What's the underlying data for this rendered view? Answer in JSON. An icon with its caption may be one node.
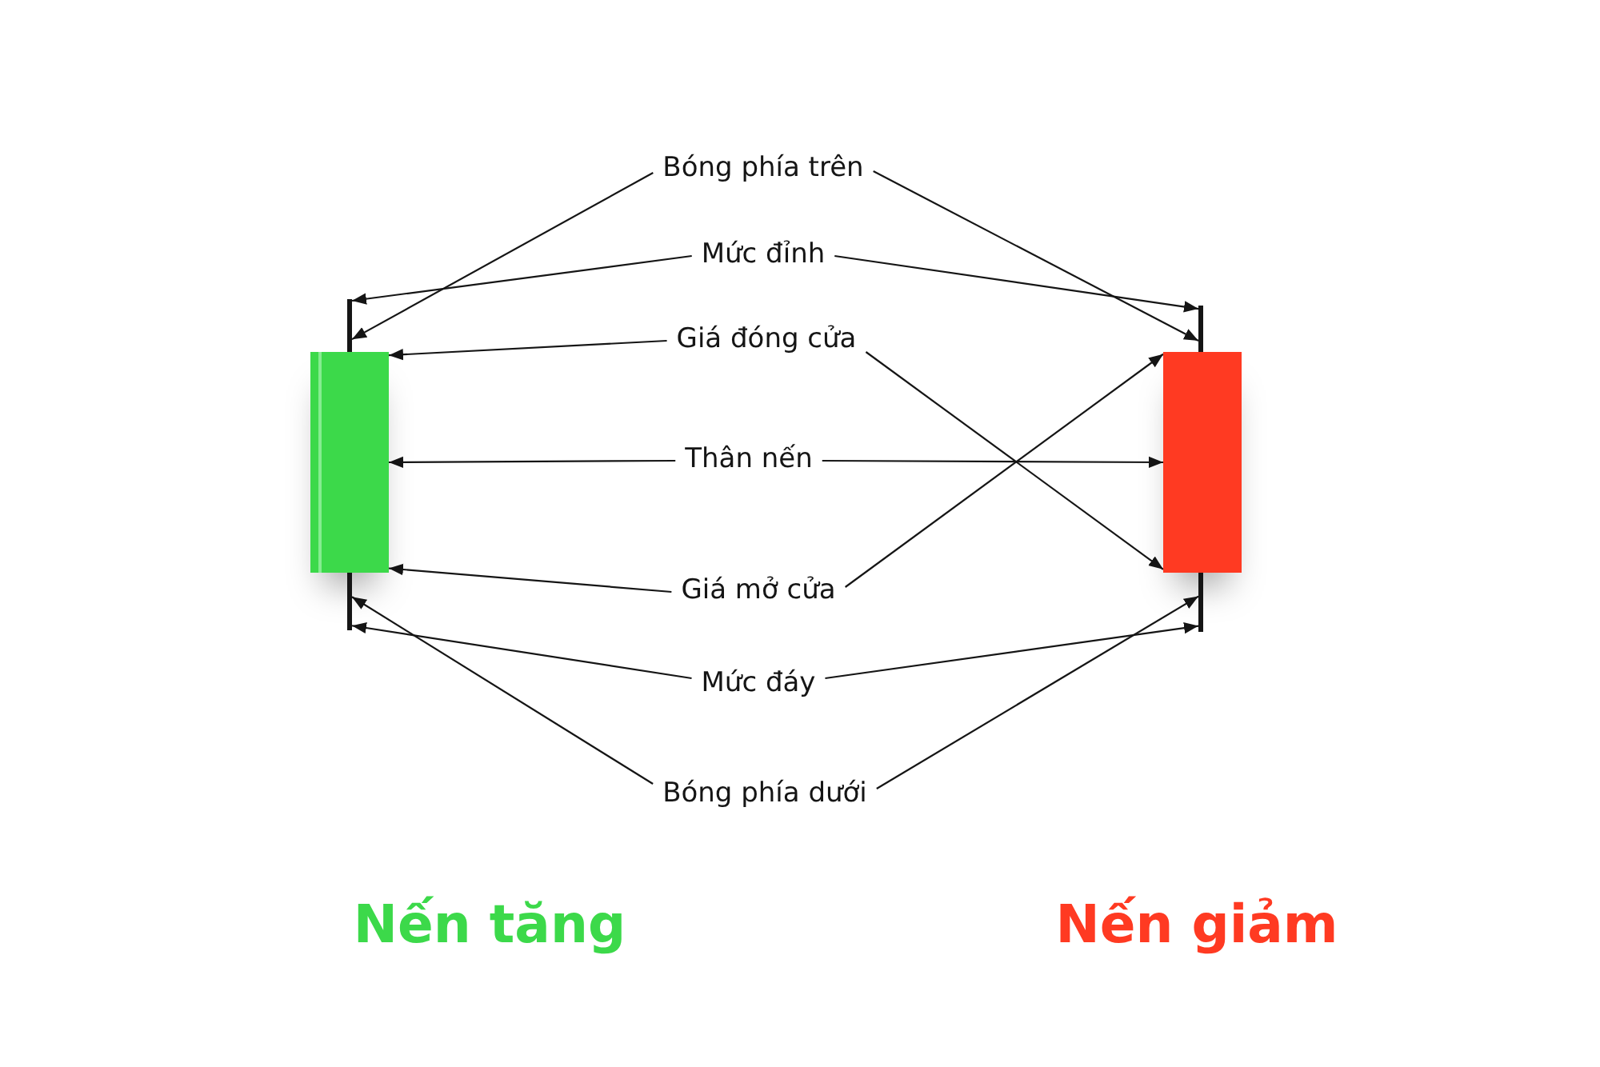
{
  "diagram": {
    "nodes": [
      {
        "text": [
          "Bóng phía trên"
        ]
      },
      {
        "text": [
          "Mức đỉnh"
        ]
      },
      {
        "text": [
          "Giá đóng cửa"
        ]
      },
      {
        "text": [
          "Thân nến"
        ]
      },
      {
        "text": [
          "Giá mở cửa"
        ]
      },
      {
        "text": [
          "Mức đáy"
        ]
      },
      {
        "text": [
          "Bóng phía dưới"
        ]
      },
      {
        "text": [],
        "shape": "bar"
      },
      {
        "text": [],
        "shape": "box"
      },
      {
        "text": [],
        "shape": "bar"
      },
      {
        "text": [],
        "shape": "bar"
      },
      {
        "text": [],
        "shape": "box"
      },
      {
        "text": [],
        "shape": "bar"
      }
    ],
    "edges": [
      {
        "from": 0,
        "to": 7,
        "arrow": "to"
      },
      {
        "from": 0,
        "to": 10,
        "arrow": "to"
      },
      {
        "from": 1,
        "to": 7,
        "arrow": "to"
      },
      {
        "from": 1,
        "to": 10,
        "arrow": "to"
      },
      {
        "from": 2,
        "to": 8,
        "arrow": "to"
      },
      {
        "from": 2,
        "to": 11,
        "arrow": "to"
      },
      {
        "from": 3,
        "to": 8,
        "arrow": "to"
      },
      {
        "from": 3,
        "to": 11,
        "arrow": "to"
      },
      {
        "from": 4,
        "to": 8,
        "arrow": "to"
      },
      {
        "from": 4,
        "to": 11,
        "arrow": "to"
      },
      {
        "from": 5,
        "to": 9,
        "arrow": "to"
      },
      {
        "from": 5,
        "to": 12,
        "arrow": "to"
      },
      {
        "from": 6,
        "to": 9,
        "arrow": "to"
      },
      {
        "from": 6,
        "to": 12,
        "arrow": "to"
      }
    ],
    "labels": [
      "Nến tăng",
      "Nến giảm"
    ]
  }
}
